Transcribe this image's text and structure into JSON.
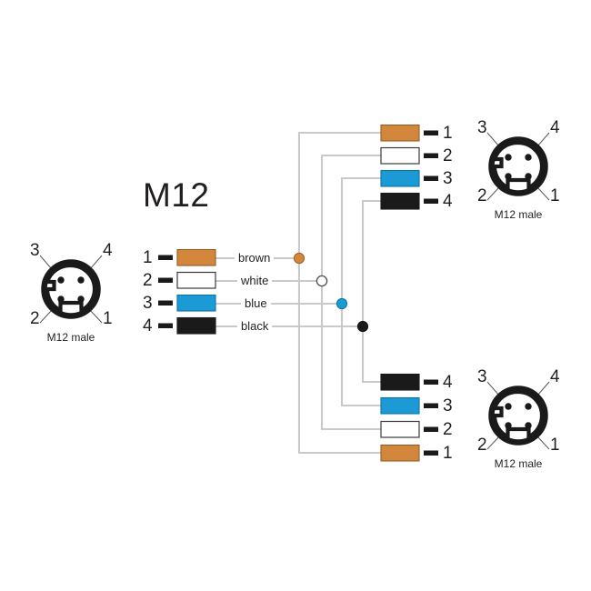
{
  "diagram": {
    "title": "M12",
    "wire_label_color": "#231f20",
    "wire_line_color": "#c9c9c9",
    "colors": {
      "brown": "#d2873c",
      "white": "#ffffff",
      "blue": "#1c9ad6",
      "black": "#1a1a1a",
      "outline": "#231f20",
      "wire": "#c9c9c9"
    },
    "center_block": {
      "name": "source-connector-pinout",
      "pins": [
        {
          "number": "1",
          "label": "brown",
          "color_key": "brown",
          "swatch": "#d2873c"
        },
        {
          "number": "2",
          "label": "white",
          "color_key": "white",
          "swatch": "#ffffff"
        },
        {
          "number": "3",
          "label": "blue",
          "color_key": "blue",
          "swatch": "#1c9ad6"
        },
        {
          "number": "4",
          "label": "black",
          "color_key": "black",
          "swatch": "#1a1a1a"
        }
      ]
    },
    "top_right_block": {
      "name": "top-branch-pinout",
      "pins": [
        {
          "number": "1",
          "color_key": "brown",
          "swatch": "#d2873c"
        },
        {
          "number": "2",
          "color_key": "white",
          "swatch": "#ffffff"
        },
        {
          "number": "3",
          "color_key": "blue",
          "swatch": "#1c9ad6"
        },
        {
          "number": "4",
          "color_key": "black",
          "swatch": "#1a1a1a"
        }
      ]
    },
    "bottom_right_block": {
      "name": "bottom-branch-pinout",
      "pins": [
        {
          "number": "4",
          "color_key": "black",
          "swatch": "#1a1a1a"
        },
        {
          "number": "3",
          "color_key": "blue",
          "swatch": "#1c9ad6"
        },
        {
          "number": "2",
          "color_key": "white",
          "swatch": "#ffffff"
        },
        {
          "number": "1",
          "color_key": "brown",
          "swatch": "#d2873c"
        }
      ]
    },
    "connectors": [
      {
        "id": "connector-left",
        "caption": "M12 male",
        "pin_numbers": {
          "top_left": "3",
          "top_right": "4",
          "bottom_left": "2",
          "bottom_right": "1"
        }
      },
      {
        "id": "connector-top-right",
        "caption": "M12 male",
        "pin_numbers": {
          "top_left": "3",
          "top_right": "4",
          "bottom_left": "2",
          "bottom_right": "1"
        }
      },
      {
        "id": "connector-bottom-right",
        "caption": "M12 male",
        "pin_numbers": {
          "top_left": "3",
          "top_right": "4",
          "bottom_left": "2",
          "bottom_right": "1"
        }
      }
    ],
    "junctions": [
      {
        "name": "junction-brown",
        "color_key": "brown",
        "fill": "#d2873c",
        "filled": true
      },
      {
        "name": "junction-white",
        "color_key": "white",
        "fill": "#ffffff",
        "filled": false
      },
      {
        "name": "junction-blue",
        "color_key": "blue",
        "fill": "#1c9ad6",
        "filled": true
      },
      {
        "name": "junction-black",
        "color_key": "black",
        "fill": "#1a1a1a",
        "filled": true
      }
    ]
  }
}
